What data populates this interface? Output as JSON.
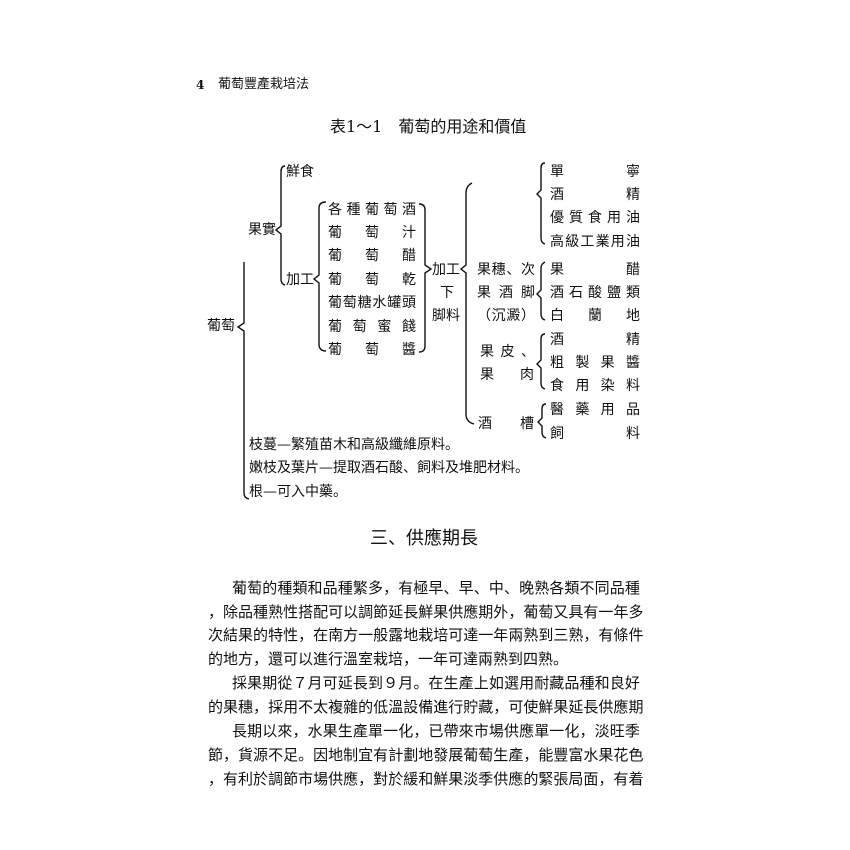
{
  "header": {
    "page_number": "4",
    "book_title": "葡萄豐產栽培法"
  },
  "table": {
    "title": "表1～1　葡萄的用途和價值",
    "root": "葡萄",
    "fruit": "果實",
    "fresh": "鮮食",
    "processing": "加工",
    "processed_products": [
      "各種葡萄酒",
      "葡萄汁",
      "葡萄醋",
      "葡萄乾",
      "葡萄糖水罐頭",
      "葡萄蜜餞",
      "葡萄醬"
    ],
    "byproduct_label": [
      "加工",
      "下",
      "脚料"
    ],
    "byproduct_groups": [
      {
        "source_lines": [],
        "products": [
          "單寧",
          "酒精",
          "優質食用油",
          "高級工業用油"
        ]
      },
      {
        "source_lines": [
          "果穗、次",
          "果酒脚",
          "（沉澱）"
        ],
        "products": [
          "果醋",
          "酒石酸鹽類",
          "白蘭地"
        ]
      },
      {
        "source_lines": [
          "果皮、",
          "果肉"
        ],
        "products": [
          "酒精",
          "粗製果醬",
          "食用染料"
        ]
      },
      {
        "source_lines": [
          "酒槽"
        ],
        "products": [
          "醫藥用品",
          "飼料"
        ]
      }
    ],
    "other_uses": [
      "枝蔓—繁殖苗木和高級纖維原料。",
      "嫩枝及葉片—提取酒石酸、飼料及堆肥材料。",
      "根—可入中藥。"
    ]
  },
  "section": {
    "heading": "三、供應期長",
    "lines": [
      "葡萄的種類和品種繁多，有極早、早、中、晚熟各類不同品種",
      "，除品種熟性搭配可以調節延長鮮果供應期外，葡萄又具有一年多",
      "次結果的特性，在南方一般露地栽培可達一年兩熟到三熟，有條件",
      "的地方，還可以進行溫室栽培，一年可達兩熟到四熟。",
      "採果期從７月可延長到９月。在生產上如選用耐藏品種和良好",
      "的果穗，採用不太複雜的低溫設備進行貯藏，可使鮮果延長供應期",
      "長期以來，水果生產單一化，已帶來市場供應單一化，淡旺季",
      "節，貨源不足。因地制宜有計劃地發展葡萄生產，能豐富水果花色",
      "，有利於調節市場供應，對於緩和鮮果淡季供應的緊張局面，有着"
    ]
  }
}
